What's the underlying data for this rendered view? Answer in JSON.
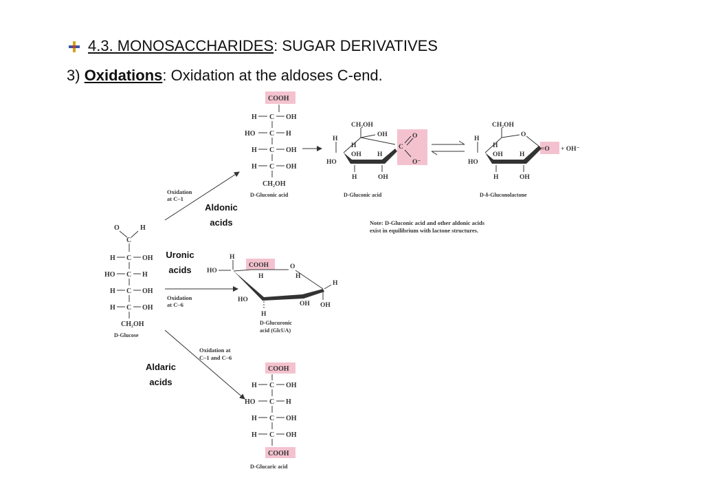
{
  "header": {
    "number": "4.3. MONOSACCHARIDES",
    "colon_text": ": SUGAR DERIVATIVES",
    "sub_prefix": "3) ",
    "sub_bold": "Oxidations",
    "sub_rest": ": Oxidation at the aldoses C-end."
  },
  "glucose": {
    "o": "O",
    "h": "H",
    "c": "C",
    "rows": [
      [
        "H",
        "OH"
      ],
      [
        "HO",
        "H"
      ],
      [
        "H",
        "OH"
      ],
      [
        "H",
        "OH"
      ]
    ],
    "bottom": "CH₂OH",
    "name": "D-Glucose"
  },
  "gluconic_chain": {
    "top": "COOH",
    "rows": [
      [
        "H",
        "OH"
      ],
      [
        "HO",
        "H"
      ],
      [
        "H",
        "OH"
      ],
      [
        "H",
        "OH"
      ]
    ],
    "bottom": "CH₂OH",
    "name": "D-Gluconic acid"
  },
  "gluconic_ring": {
    "ch2oh": "CH₂OH",
    "oh_top": "OH",
    "h_left": "H",
    "h_mid": "H",
    "oh_mid": "OH",
    "h_right": "H",
    "ho": "HO",
    "h_b1": "H",
    "oh_b2": "OH",
    "o_top": "O",
    "c": "C",
    "o_minus": "O⁻",
    "name": "D-Gluconic acid"
  },
  "lactone": {
    "ch2oh": "CH₂OH",
    "o_ring": "O",
    "h_left": "H",
    "h_mid": "H",
    "oh_mid": "OH",
    "h_right": "H",
    "ho": "HO",
    "h_b1": "H",
    "oh_b2": "OH",
    "o_eq": "=O",
    "plus_oh": "+ OH⁻",
    "name": "D-δ-Gluconolactone"
  },
  "note": {
    "line1": "Note: D-Gluconic acid and other aldonic acids",
    "line2": "exist in equilibrium with lactone structures."
  },
  "glucuronic": {
    "h_top": "H",
    "cooh": "COOH",
    "o_ring": "O",
    "ho_left": "HO",
    "h_c1": "H",
    "h_c2": "H",
    "h_right": "H",
    "ho": "HO",
    "oh_b": "OH",
    "oh_r": "OH",
    "h_b": "H",
    "name1": "D-Glucuronic",
    "name2": "acid (GlcUA)"
  },
  "glucaric": {
    "top": "COOH",
    "rows": [
      [
        "H",
        "OH"
      ],
      [
        "HO",
        "H"
      ],
      [
        "H",
        "OH"
      ],
      [
        "H",
        "OH"
      ]
    ],
    "bottom": "COOH",
    "name": "D-Glucaric acid"
  },
  "arrows": {
    "c1_line1": "Oxidation",
    "c1_line2": "at C–1",
    "c6_line1": "Oxidation",
    "c6_line2": "at C–6",
    "both_line1": "Oxidation at",
    "both_line2": "C–1 and C–6"
  },
  "labels": {
    "aldonic1": "Aldonic",
    "aldonic2": "acids",
    "uronic1": "Uronic",
    "uronic2": "acids",
    "aldaric1": "Aldaric",
    "aldaric2": "acids"
  },
  "colors": {
    "highlight": "#f4c2cf",
    "text": "#333333"
  }
}
